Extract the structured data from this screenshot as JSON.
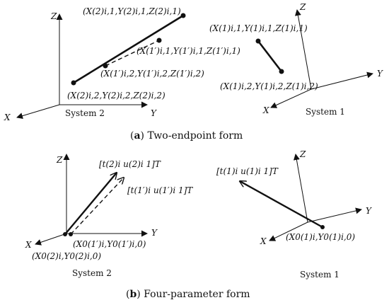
{
  "caption_a": {
    "open": "(",
    "letter": "a",
    "close": ")",
    "text": " Two-endpoint form"
  },
  "caption_b": {
    "open": "(",
    "letter": "b",
    "close": ")",
    "text": " Four-parameter form"
  },
  "panel_a": {
    "left": {
      "axes": {
        "z": "Z",
        "x": "X",
        "y": "Y"
      },
      "system_label": "System 2",
      "labels": {
        "top_endpoint": "(X(2)i,1,Y(2)i,1,Z(2)i,1)",
        "mid_upper": "(X(1′)i,1,Y(1′)i,1,Z(1′)i,1)",
        "mid_lower": "(X(1′)i,2,Y(1′)i,2,Z(1′)i,2)",
        "bottom_endpoint": "(X(2)i,2,Y(2)i,2,Z(2)i,2)"
      }
    },
    "right": {
      "axes": {
        "z": "Z",
        "x": "X",
        "y": "Y"
      },
      "system_label": "System 1",
      "labels": {
        "top_endpoint": "(X(1)i,1,Y(1)i,1,Z(1)i,1)",
        "bottom_endpoint": "(X(1)i,2,Y(1)i,2,Z(1)i,2)"
      }
    }
  },
  "panel_b": {
    "left": {
      "axes": {
        "z": "Z",
        "x": "X",
        "y": "Y"
      },
      "system_label": "System 2",
      "labels": {
        "vector_top": "[t(2)i u(2)i 1]T",
        "vector_mid": "[t(1′)i u(1′)i 1]T",
        "origin_right": "(X0(1′)i,Y0(1′)i,0)",
        "origin_left": "(X0(2)i,Y0(2)i,0)"
      }
    },
    "right": {
      "axes": {
        "z": "Z",
        "x": "X",
        "y": "Y"
      },
      "system_label": "System 1",
      "labels": {
        "vector_top": "[t(1)i u(1)i 1]T",
        "origin": "(X0(1)i,Y0(1)i,0)"
      }
    }
  },
  "colors": {
    "ink": "#111111",
    "dashed": "#111111"
  }
}
